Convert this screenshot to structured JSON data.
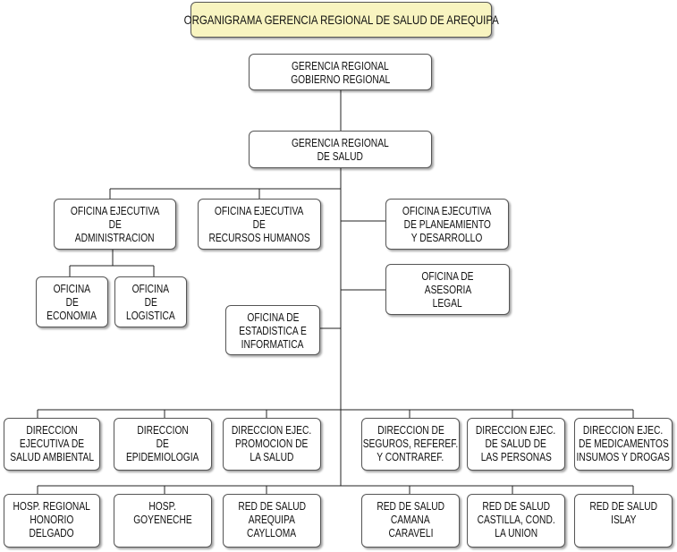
{
  "title": "ORGANIGRAMA GERENCIA REGIONAL DE SALUD DE AREQUIPA",
  "colors": {
    "title_bg": "#f8f4c0",
    "box_border": "#555555",
    "line": "#222222"
  },
  "nodes": {
    "gerencia_gobierno": [
      "GERENCIA REGIONAL",
      "GOBIERNO REGIONAL"
    ],
    "gerencia_salud": [
      "GERENCIA REGIONAL",
      "DE SALUD"
    ],
    "administracion": [
      "OFICINA EJECUTIVA",
      "DE",
      "ADMINISTRACION"
    ],
    "recursos_humanos": [
      "OFICINA EJECUTIVA",
      "DE",
      "RECURSOS HUMANOS"
    ],
    "planeamiento": [
      "OFICINA EJECUTIVA",
      "DE PLANEAMIENTO",
      "Y DESARROLLO"
    ],
    "asesoria_legal": [
      "OFICINA DE",
      "ASESORIA",
      "LEGAL"
    ],
    "economia": [
      "OFICINA",
      "DE",
      "ECONOMIA"
    ],
    "logistica": [
      "OFICINA",
      "DE",
      "LOGISTICA"
    ],
    "estadistica": [
      "OFICINA DE",
      "ESTADISTICA E",
      "INFORMATICA"
    ],
    "salud_ambiental": [
      "DIRECCION",
      "EJECUTIVA DE",
      "SALUD AMBIENTAL"
    ],
    "epidemiologia": [
      "DIRECCION",
      "DE",
      "EPIDEMIOLOGIA"
    ],
    "promocion": [
      "DIRECCION EJEC.",
      "PROMOCION DE",
      "LA SALUD"
    ],
    "seguros": [
      "DIRECCION DE",
      "SEGUROS, REFEREF.",
      "Y CONTRAREF."
    ],
    "salud_personas": [
      "DIRECCION EJEC.",
      "DE SALUD DE",
      "LAS PERSONAS"
    ],
    "medicamentos": [
      "DIRECCION EJEC.",
      "DE MEDICAMENTOS",
      "INSUMOS Y DROGAS"
    ],
    "hosp_honorio": [
      "HOSP. REGIONAL",
      "HONORIO",
      "DELGADO"
    ],
    "hosp_goyeneche": [
      "HOSP.",
      "GOYENECHE"
    ],
    "red_arequipa": [
      "RED DE SALUD",
      "AREQUIPA",
      "CAYLLOMA"
    ],
    "red_camana": [
      "RED DE SALUD",
      "CAMANA",
      "CARAVELI"
    ],
    "red_castilla": [
      "RED DE SALUD",
      "CASTILLA, COND.",
      "LA UNION"
    ],
    "red_islay": [
      "RED DE SALUD",
      "ISLAY"
    ]
  }
}
